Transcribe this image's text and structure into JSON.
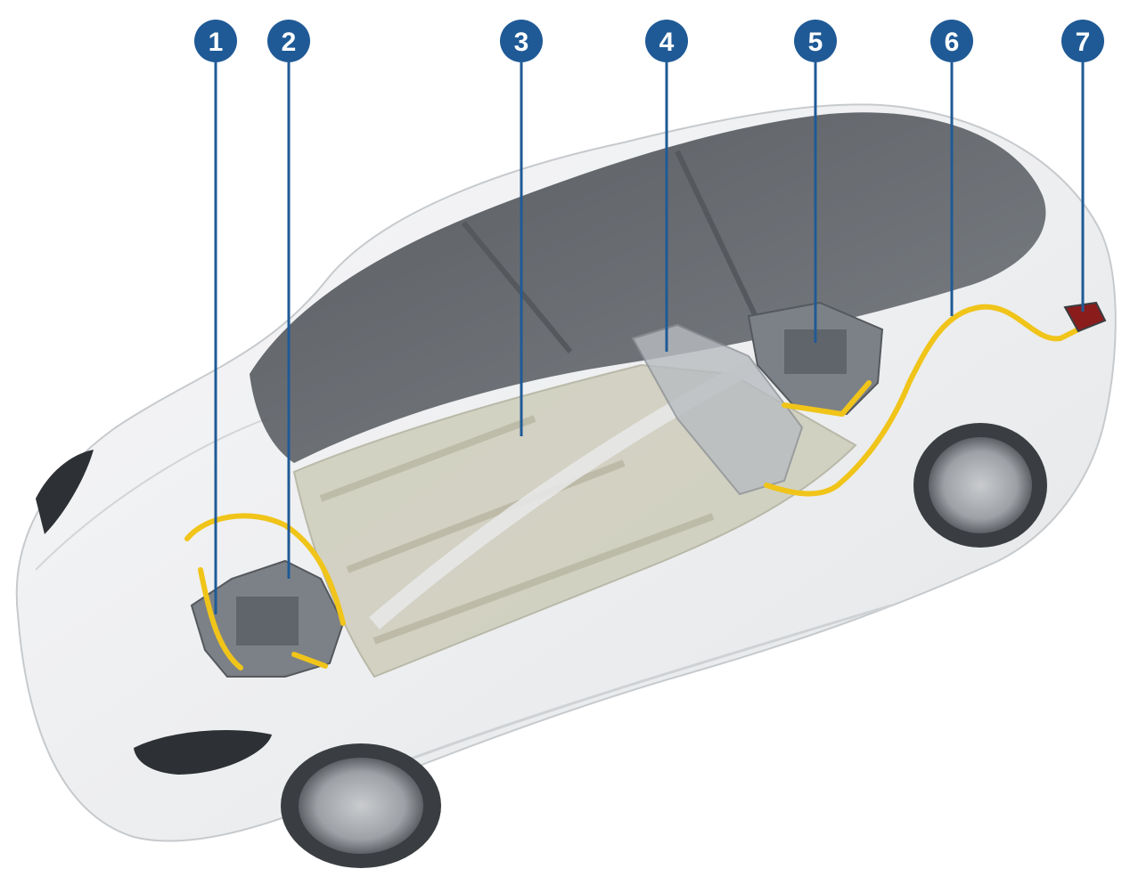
{
  "figure": {
    "background_color": "#ffffff",
    "accent_color": "#1f5a96",
    "hv_cable_color": "#f0c419",
    "component_color": "#7c8187",
    "floor_panel_color": "#c9c8b4"
  },
  "callouts": [
    {
      "number": "1",
      "icon": "numbered-callout-badge"
    },
    {
      "number": "2",
      "icon": "numbered-callout-badge"
    },
    {
      "number": "3",
      "icon": "numbered-callout-badge"
    },
    {
      "number": "4",
      "icon": "numbered-callout-badge"
    },
    {
      "number": "5",
      "icon": "numbered-callout-badge"
    },
    {
      "number": "6",
      "icon": "numbered-callout-badge"
    },
    {
      "number": "7",
      "icon": "numbered-callout-badge"
    }
  ]
}
